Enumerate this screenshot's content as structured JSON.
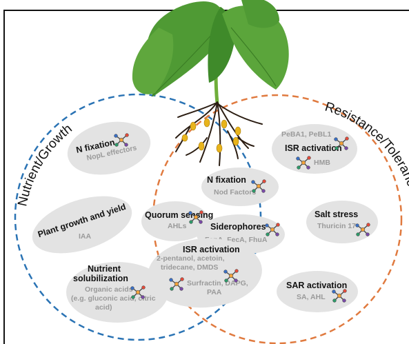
{
  "diagram": {
    "left_circle_title": "Nutrient/Growth",
    "right_circle_title": "Resistance/Tolerance",
    "colors": {
      "left_circle": "#2a73b4",
      "right_circle": "#e07a3f",
      "ellipse": "#e3e3e3",
      "leaf": "#4f9a34",
      "stem": "#6fae3a",
      "root": "#2b1d12",
      "nodule": "#e8b41c"
    },
    "features": {
      "n_fixation_left": {
        "title": "N fixation",
        "detail": "NopL effectors"
      },
      "plant_growth": {
        "title": "Plant growth and yield",
        "detail": "IAA"
      },
      "nutrient_solubilization": {
        "title_line1": "Nutrient",
        "title_line2": "solubilization",
        "detail_line1": "Organic acids",
        "detail_line2": "(e.g. gluconic acid, citric",
        "detail_line3": "acid)"
      },
      "n_fixation_center": {
        "title": "N fixation",
        "detail": "Nod Factors"
      },
      "quorum_sensing": {
        "title": "Quorum sensing",
        "detail": "AHLs"
      },
      "siderophores": {
        "title": "Siderophores",
        "detail": "FepA, FecA, FhuA"
      },
      "isr_center": {
        "title": "ISR activation",
        "detail_line1": "2-pentanol, acetoin,",
        "detail_line2": "tridecane, DMDS",
        "detail_line3": "Surfractin, DAPG,",
        "detail_line4": "PAA"
      },
      "isr_right": {
        "detail_top": "PeBA1, PeBL1",
        "title": "ISR activation",
        "detail": "HMB"
      },
      "salt_stress": {
        "title": "Salt stress",
        "detail": "Thuricin 17"
      },
      "sar_activation": {
        "title": "SAR activation",
        "detail": "SA, AHL"
      }
    }
  }
}
